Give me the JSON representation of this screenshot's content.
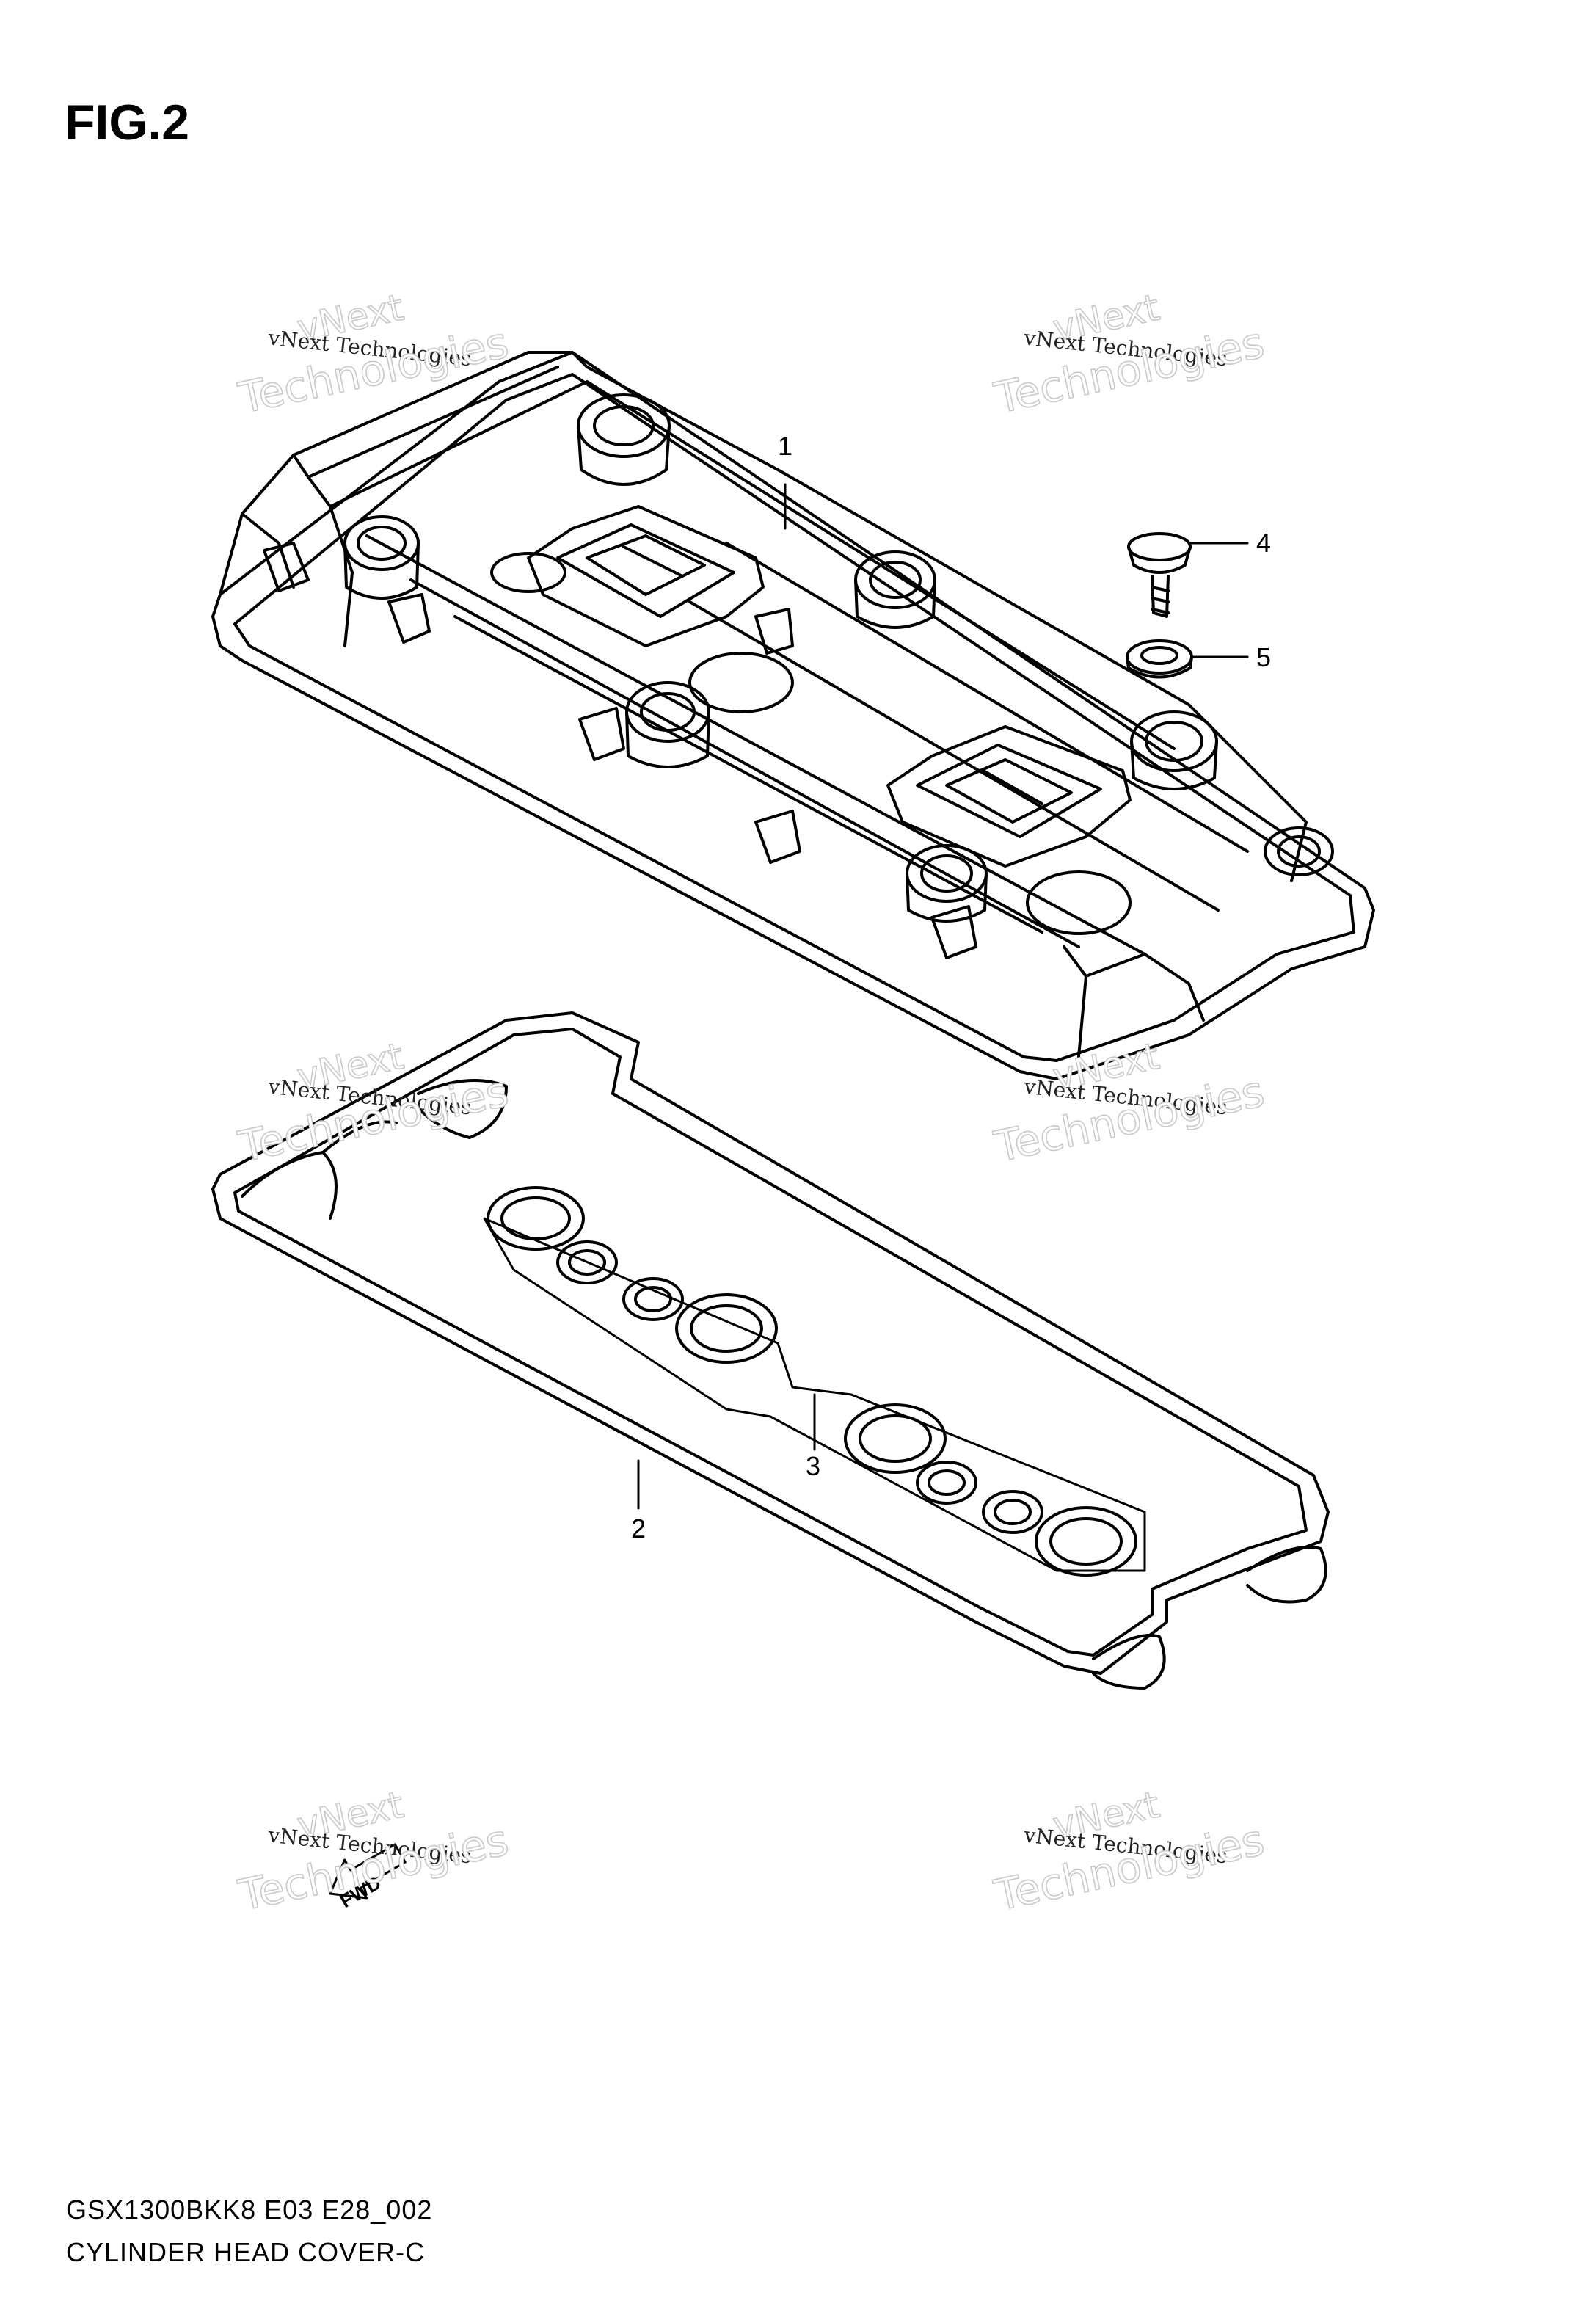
{
  "figure": {
    "title": "FIG.2"
  },
  "callouts": [
    {
      "id": "1",
      "label": "1"
    },
    {
      "id": "2",
      "label": "2"
    },
    {
      "id": "3",
      "label": "3"
    },
    {
      "id": "4",
      "label": "4"
    },
    {
      "id": "5",
      "label": "5"
    }
  ],
  "front_marker": {
    "label": "FWD"
  },
  "watermark": {
    "line1": "vNext",
    "line2": "Technologies",
    "small": "vNext Technologies"
  },
  "footer": {
    "code": "GSX1300BKK8 E03 E28_002",
    "name": "CYLINDER HEAD COVER-C"
  }
}
